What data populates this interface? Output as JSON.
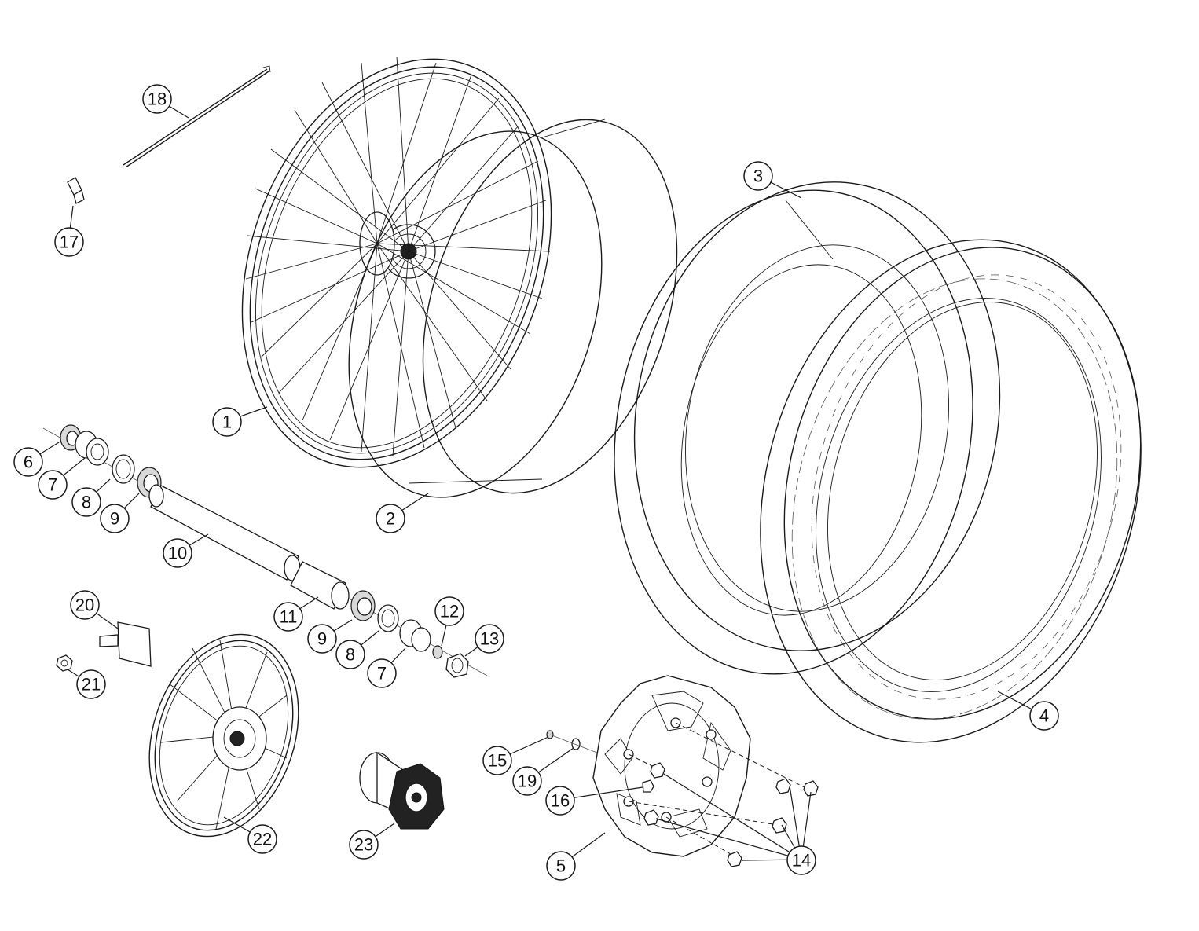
{
  "callouts": {
    "c1": "1",
    "c2": "2",
    "c3": "3",
    "c4": "4",
    "c5": "5",
    "c6": "6",
    "c7a": "7",
    "c7b": "7",
    "c8a": "8",
    "c8b": "8",
    "c9a": "9",
    "c9b": "9",
    "c10": "10",
    "c11": "11",
    "c12": "12",
    "c13": "13",
    "c14": "14",
    "c15": "15",
    "c16": "16",
    "c17": "17",
    "c18": "18",
    "c19": "19",
    "c20": "20",
    "c21": "21",
    "c22": "22",
    "c23": "23"
  }
}
